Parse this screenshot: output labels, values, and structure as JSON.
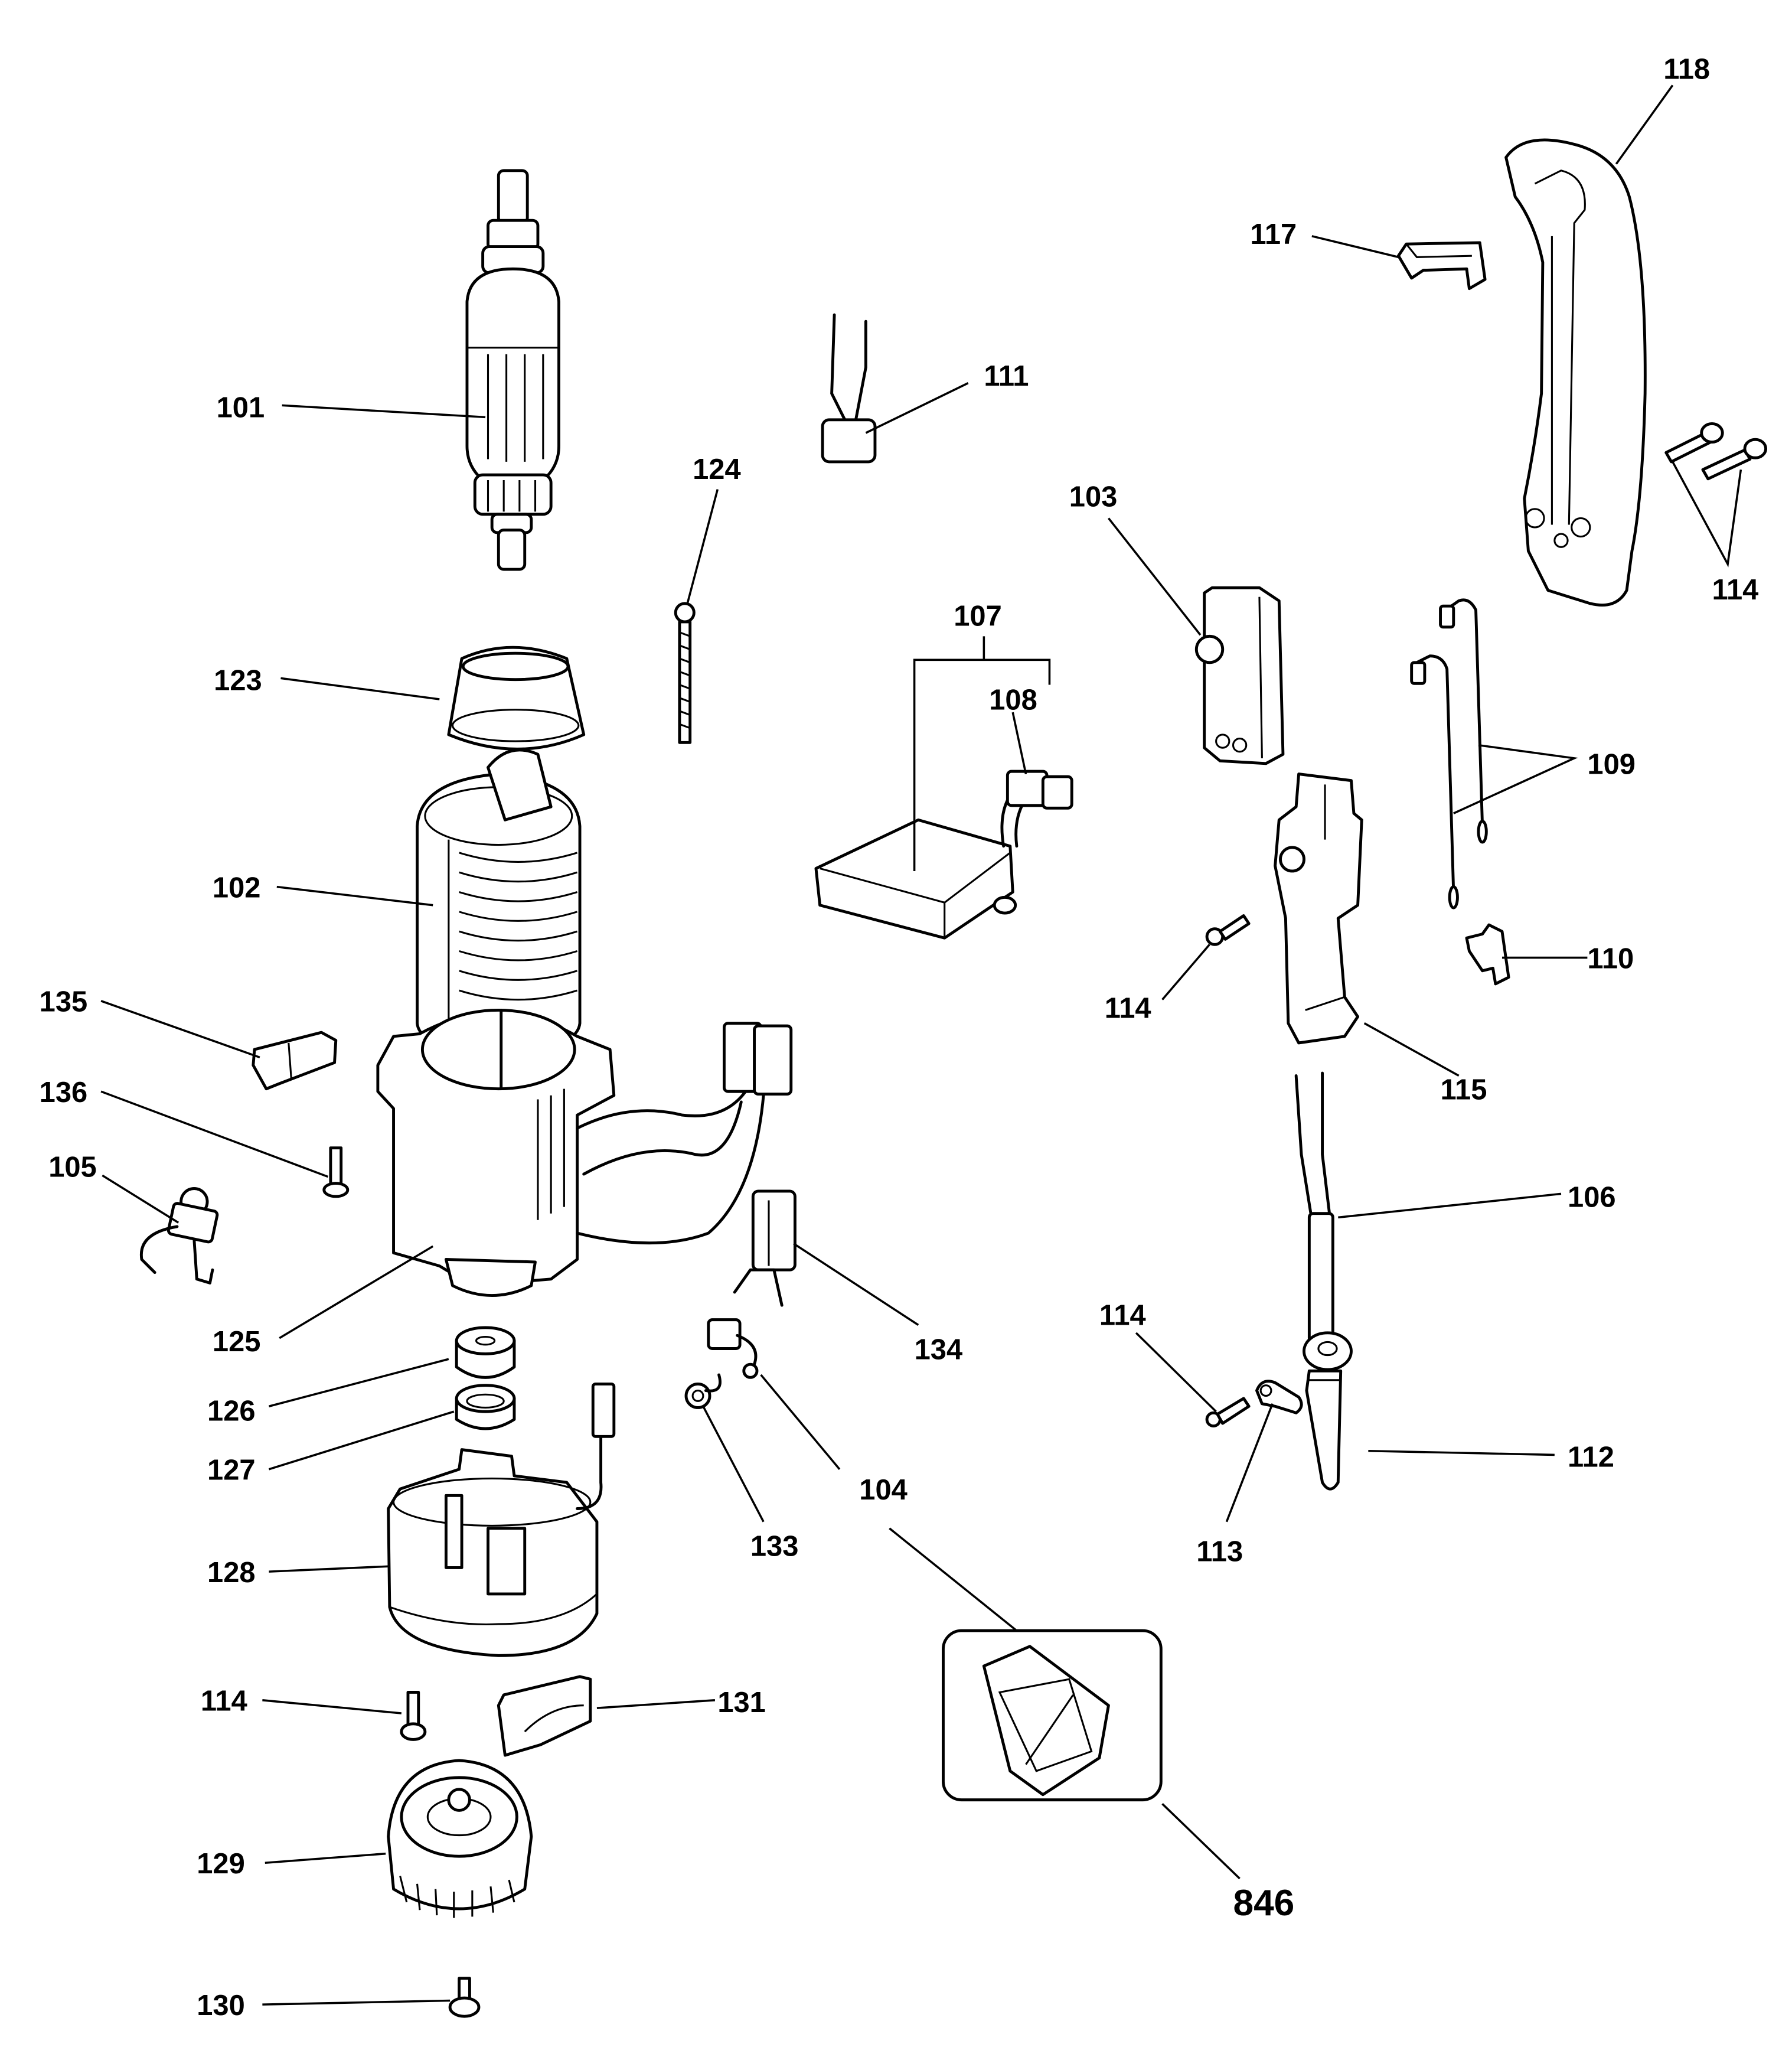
{
  "diagram": {
    "type": "exploded-parts-diagram",
    "callouts": {
      "c101": "101",
      "c102": "102",
      "c103": "103",
      "c104": "104",
      "c105": "105",
      "c106": "106",
      "c107": "107",
      "c108": "108",
      "c109": "109",
      "c110": "110",
      "c111": "111",
      "c112": "112",
      "c113": "113",
      "c114_handle": "114",
      "c114_switch": "114",
      "c114_clamp": "114",
      "c114_brushholder": "114",
      "c115": "115",
      "c117": "117",
      "c118": "118",
      "c123": "123",
      "c124": "124",
      "c125": "125",
      "c126": "126",
      "c127": "127",
      "c128": "128",
      "c129": "129",
      "c130": "130",
      "c131": "131",
      "c133": "133",
      "c134": "134",
      "c135": "135",
      "c136": "136",
      "c846": "846"
    },
    "parts": [
      {
        "ref": "101",
        "depicts": "armature"
      },
      {
        "ref": "102",
        "depicts": "field-stator"
      },
      {
        "ref": "103",
        "depicts": "switch"
      },
      {
        "ref": "104",
        "depicts": "carbon-brush"
      },
      {
        "ref": "105",
        "depicts": "carbon-brush-with-lead"
      },
      {
        "ref": "106",
        "depicts": "power-cord"
      },
      {
        "ref": "107",
        "depicts": "electronic-module-assembly"
      },
      {
        "ref": "108",
        "depicts": "connector"
      },
      {
        "ref": "109",
        "depicts": "leads"
      },
      {
        "ref": "110",
        "depicts": "terminal-clip"
      },
      {
        "ref": "111",
        "depicts": "capacitor"
      },
      {
        "ref": "112",
        "depicts": "cord-protector"
      },
      {
        "ref": "113",
        "depicts": "cord-clamp"
      },
      {
        "ref": "114",
        "depicts": "screw"
      },
      {
        "ref": "115",
        "depicts": "switch-housing"
      },
      {
        "ref": "117",
        "depicts": "clip"
      },
      {
        "ref": "118",
        "depicts": "handle"
      },
      {
        "ref": "123",
        "depicts": "baffle"
      },
      {
        "ref": "124",
        "depicts": "long-screw"
      },
      {
        "ref": "125",
        "depicts": "motor-housing"
      },
      {
        "ref": "126",
        "depicts": "bearing"
      },
      {
        "ref": "127",
        "depicts": "bearing-sleeve"
      },
      {
        "ref": "128",
        "depicts": "brush-holder-end-cap"
      },
      {
        "ref": "129",
        "depicts": "fan-cover"
      },
      {
        "ref": "130",
        "depicts": "screw-with-washer"
      },
      {
        "ref": "131",
        "depicts": "brush-cover"
      },
      {
        "ref": "133",
        "depicts": "brush-spring"
      },
      {
        "ref": "134",
        "depicts": "brush-box"
      },
      {
        "ref": "135",
        "depicts": "retaining-clip"
      },
      {
        "ref": "136",
        "depicts": "small-screw"
      },
      {
        "ref": "846",
        "depicts": "parts-bag-kit"
      }
    ]
  }
}
